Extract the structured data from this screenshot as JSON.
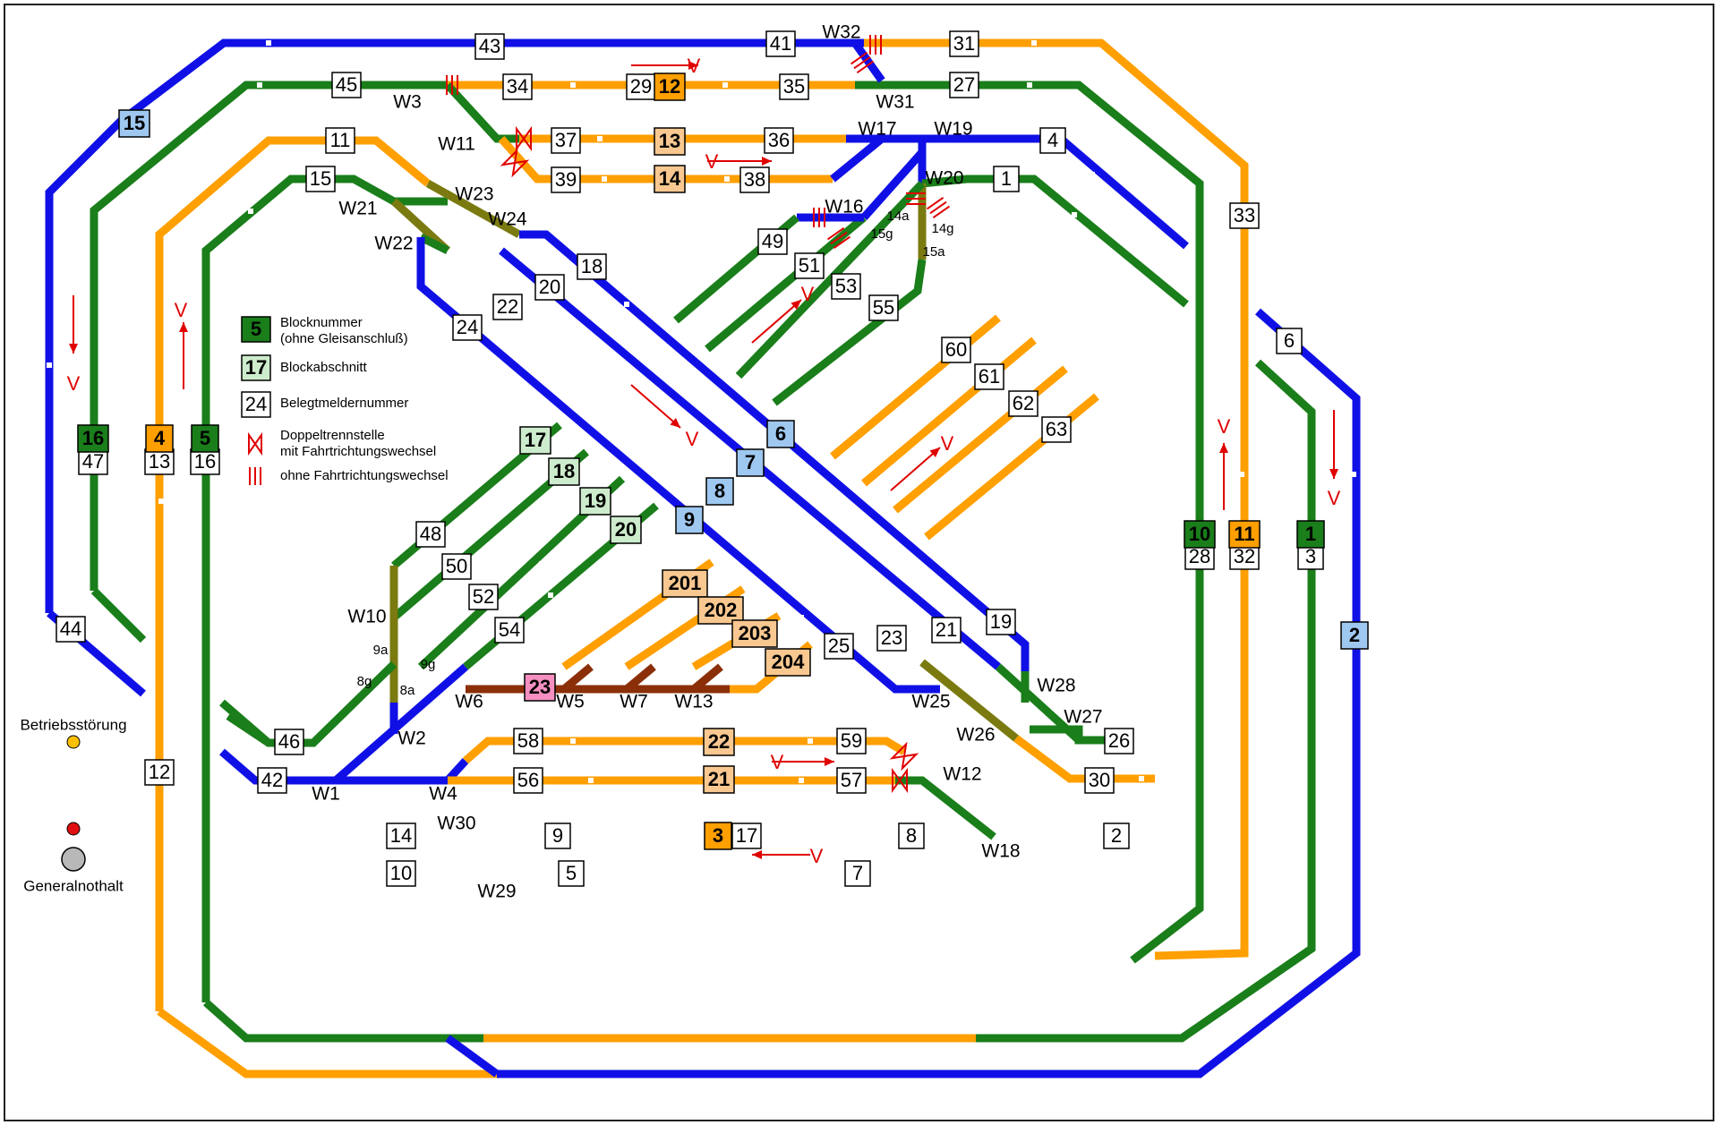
{
  "colors": {
    "green": "#1a7e1a",
    "orange": "#ff9f00",
    "blue": "#1010e6",
    "olive": "#7a7a10",
    "brown": "#8b2f08",
    "red": "#e00000",
    "block_light_green": "#cdeccd",
    "block_light_orange": "#f8c890",
    "block_light_blue": "#9fc8f0",
    "block_pink": "#f48fc0",
    "status_yellow": "#f8c000",
    "status_red": "#e01010",
    "emergency_grey": "#b8b8b8"
  },
  "legend": {
    "block_number_value": "5",
    "block_number_text": "Blocknummer",
    "block_number_sub": "(ohne Gleisanschluß)",
    "block_section_value": "17",
    "block_section_text": "Blockabschnitt",
    "occupancy_value": "24",
    "occupancy_text": "Belegtmeldernummer",
    "double_break_text_1": "Doppeltrennstelle",
    "double_break_text_2": "mit Fahrtrichtungswechsel",
    "no_reverse_text": "ohne Fahrtrichtungswechsel"
  },
  "status": {
    "fault_label": "Betriebsstörung",
    "emergency_label": "Generalnothalt"
  },
  "direction_label": "V",
  "switch_labels": [
    "W32",
    "W31",
    "W3",
    "W11",
    "W17",
    "W19",
    "W20",
    "W16",
    "W23",
    "W21",
    "W24",
    "W22",
    "W10",
    "W2",
    "W6",
    "W5",
    "W7",
    "W13",
    "W1",
    "W4",
    "W28",
    "W27",
    "W25",
    "W26",
    "W12",
    "W30",
    "W29",
    "W18"
  ],
  "sublabels": [
    "14a",
    "14g",
    "15g",
    "15a",
    "9a",
    "9g",
    "8g",
    "8a"
  ],
  "occupancy_numbers": [
    "43",
    "41",
    "31",
    "45",
    "34",
    "29",
    "35",
    "27",
    "11",
    "37",
    "36",
    "4",
    "39",
    "38",
    "15",
    "1",
    "49",
    "51",
    "53",
    "55",
    "33",
    "18",
    "20",
    "22",
    "24",
    "60",
    "61",
    "62",
    "63",
    "6",
    "47",
    "13",
    "16",
    "48",
    "50",
    "52",
    "54",
    "19",
    "21",
    "23",
    "25",
    "28",
    "32",
    "3",
    "44",
    "46",
    "42",
    "58",
    "59",
    "56",
    "57",
    "26",
    "30",
    "12",
    "14",
    "9",
    "17",
    "8",
    "2",
    "10",
    "5",
    "7"
  ],
  "block_numbers": [
    "15",
    "12",
    "16",
    "4",
    "5",
    "10",
    "11",
    "1",
    "2",
    "13",
    "14",
    "6",
    "7",
    "8",
    "9",
    "17",
    "18",
    "19",
    "20",
    "201",
    "202",
    "203",
    "204",
    "23",
    "22",
    "21",
    "3"
  ]
}
